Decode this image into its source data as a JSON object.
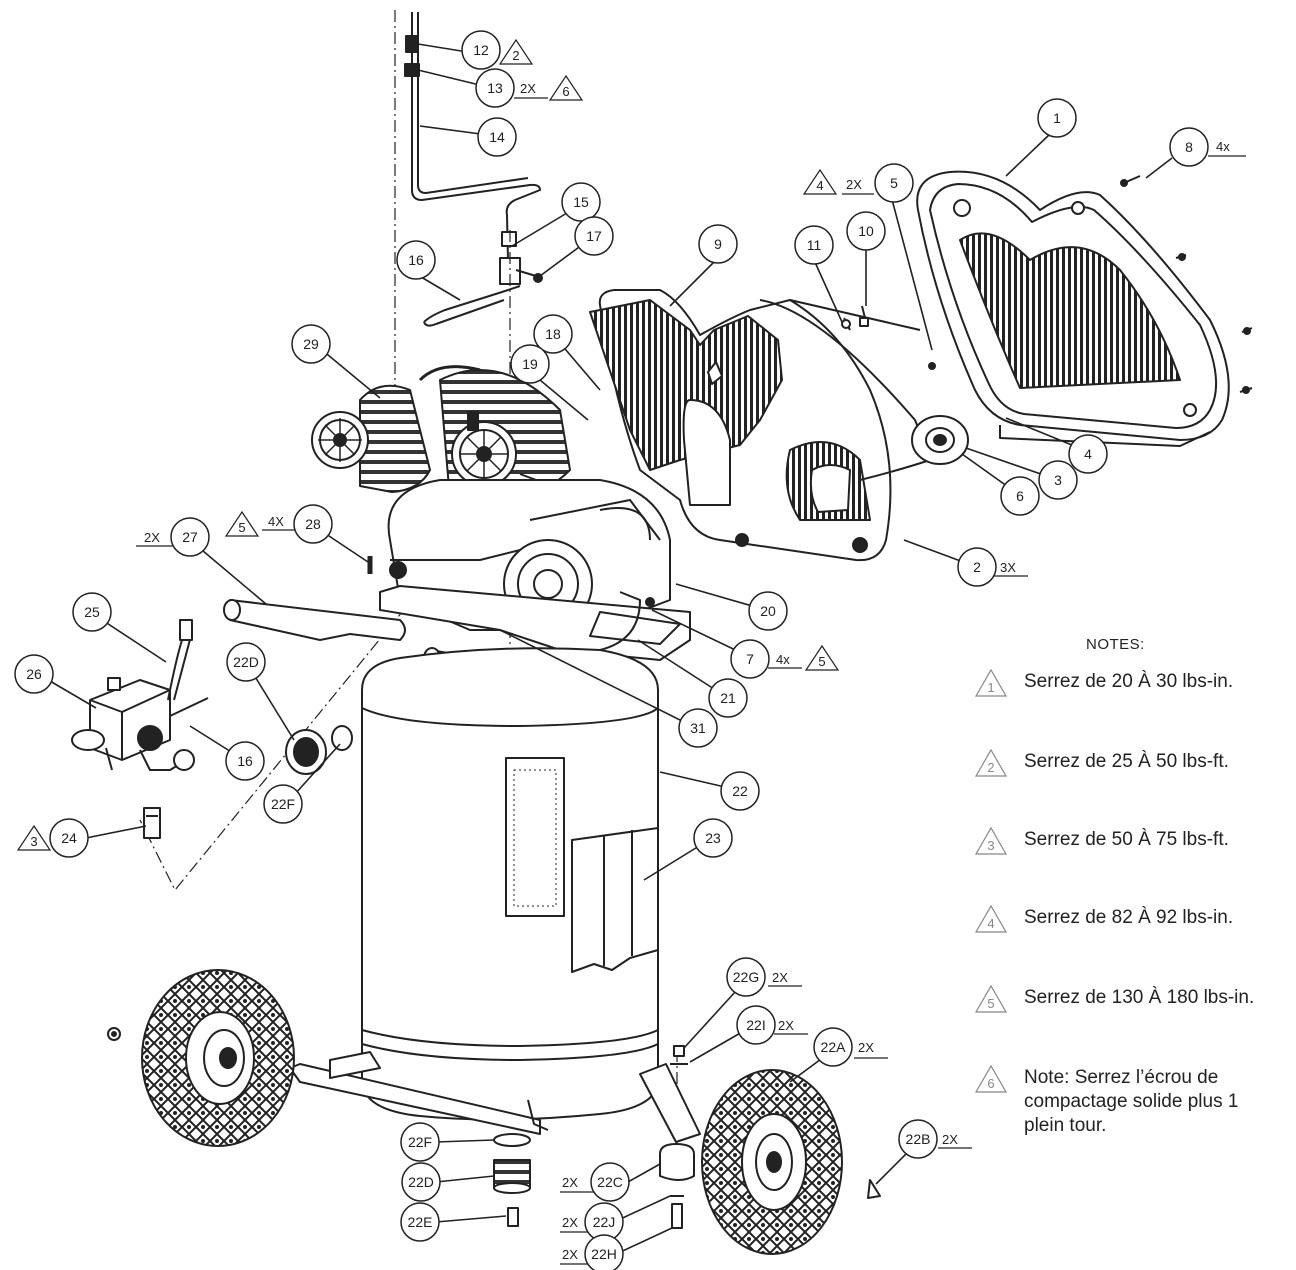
{
  "callouts": {
    "c1": "1",
    "c2": "2",
    "c3": "3",
    "c4": "4",
    "c5": "5",
    "c6": "6",
    "c7": "7",
    "c8": "8",
    "c9": "9",
    "c10": "10",
    "c11": "11",
    "c12": "12",
    "c13": "13",
    "c14": "14",
    "c15": "15",
    "c16a": "16",
    "c16b": "16",
    "c17": "17",
    "c18": "18",
    "c19": "19",
    "c20": "20",
    "c21": "21",
    "c22": "22",
    "c22A": "22A",
    "c22B": "22B",
    "c22C": "22C",
    "c22Da": "22D",
    "c22Db": "22D",
    "c22E": "22E",
    "c22Fa": "22F",
    "c22Fb": "22F",
    "c22G": "22G",
    "c22H": "22H",
    "c22I": "22I",
    "c22J": "22J",
    "c23": "23",
    "c24": "24",
    "c25": "25",
    "c26": "26",
    "c27": "27",
    "c28": "28",
    "c29": "29",
    "c31": "31"
  },
  "quantities": {
    "q8": "4x",
    "q5": "2X",
    "q2": "3X",
    "q7": "4x",
    "q13": "2X",
    "q27": "2X",
    "q28": "4X",
    "q22G": "2X",
    "q22I": "2X",
    "q22A": "2X",
    "q22B": "2X",
    "q22C": "2X",
    "q22J": "2X",
    "q22H": "2X"
  },
  "torque_marks": {
    "t2": "2",
    "t6": "6",
    "t4": "4",
    "t5a": "5",
    "t5b": "5",
    "t3": "3"
  },
  "notes": {
    "title": "NOTES:",
    "items": [
      {
        "num": "1",
        "text": "Serrez de 20 À 30 lbs-in."
      },
      {
        "num": "2",
        "text": "Serrez de 25 À 50 lbs-ft."
      },
      {
        "num": "3",
        "text": "Serrez de 50 À 75 lbs-ft."
      },
      {
        "num": "4",
        "text": "Serrez de 82 À 92 lbs-in."
      },
      {
        "num": "5",
        "text": "Serrez de 130 À 180 lbs-in."
      },
      {
        "num": "6",
        "text": "Note: Serrez l’écrou de compactage solide plus 1 plein tour."
      }
    ]
  }
}
